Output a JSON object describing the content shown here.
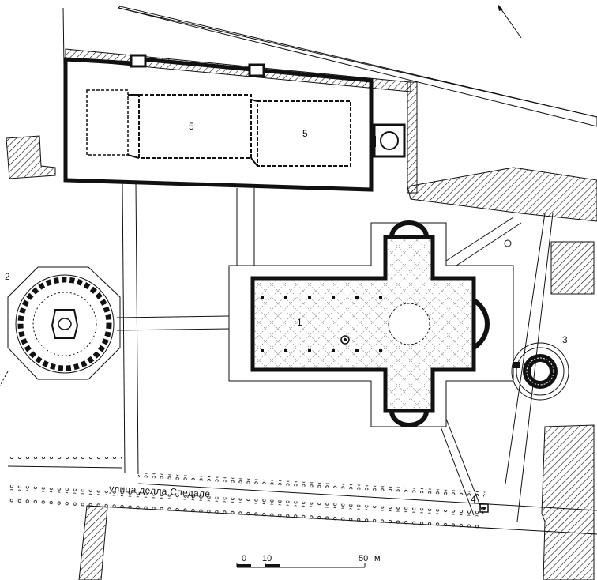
{
  "plan": {
    "labels": {
      "baptistery_cathedral": "1",
      "baptistery_round": "2",
      "tower": "3",
      "well": "4",
      "cemetery_a": "5",
      "cemetery_b": "5"
    },
    "street_name": "улица делла Спедале",
    "scale": {
      "tick_0": "0",
      "tick_10": "10",
      "tick_50": "50",
      "unit": "м"
    },
    "north_arrow": "north-arrow-icon",
    "colors": {
      "ink": "#111111",
      "paper": "#ffffff"
    }
  }
}
